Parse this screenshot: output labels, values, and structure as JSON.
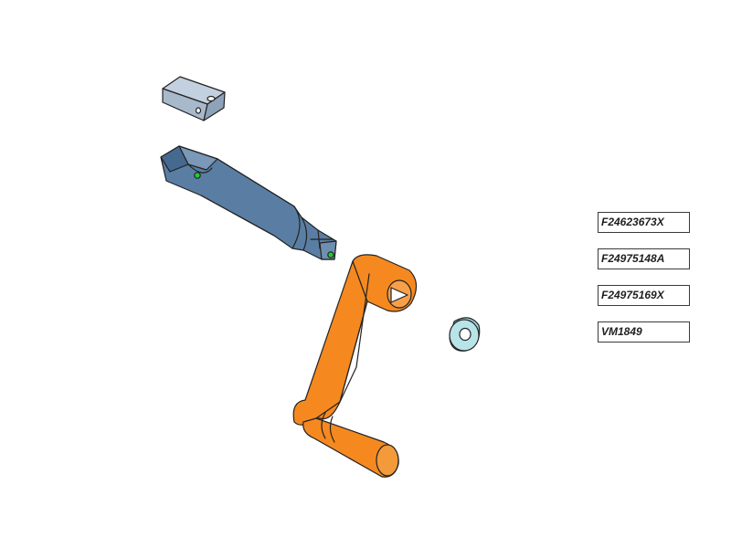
{
  "part_labels": [
    "F24623673X",
    "F24975148A",
    "F24975169X",
    "VM1849"
  ],
  "colors": {
    "block": "#a9b9cc",
    "shaft": "#5a7ea3",
    "crank": "#f5891f",
    "washer": "#9fd9df",
    "pin": "#22cc33",
    "outline": "#222222"
  }
}
